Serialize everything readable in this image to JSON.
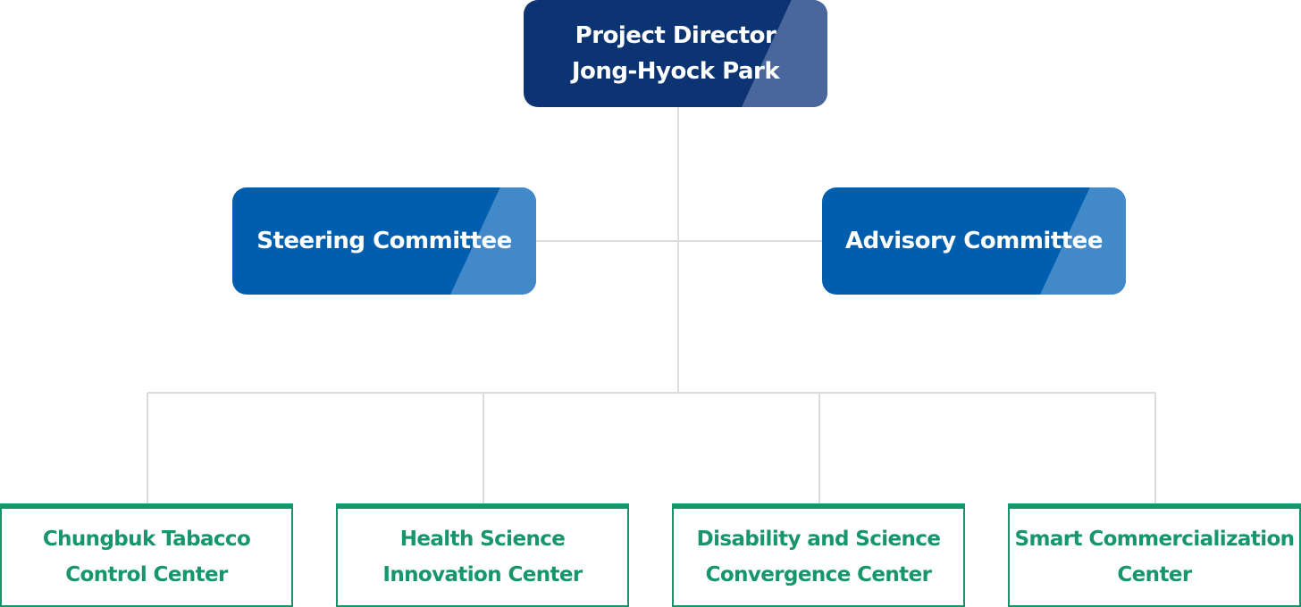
{
  "org_chart": {
    "director": {
      "title": "Project Director",
      "name": "Jong-Hyock Park"
    },
    "committees": [
      {
        "label": "Steering Committee"
      },
      {
        "label": "Advisory Committee"
      }
    ],
    "centers": [
      {
        "line1": "Chungbuk Tabacco",
        "line2": "Control Center"
      },
      {
        "line1": "Health Science",
        "line2": "Innovation Center"
      },
      {
        "line1": "Disability and Science",
        "line2": "Convergence Center"
      },
      {
        "line1": "Smart Commercialization",
        "line2": "Center"
      }
    ]
  },
  "colors": {
    "director_bg": "#0c3472",
    "director_accent": "#49679a",
    "committee_bg": "#005eaf",
    "committee_accent": "#4189c9",
    "center_green": "#17956d",
    "connector": "#dcdcdc"
  }
}
